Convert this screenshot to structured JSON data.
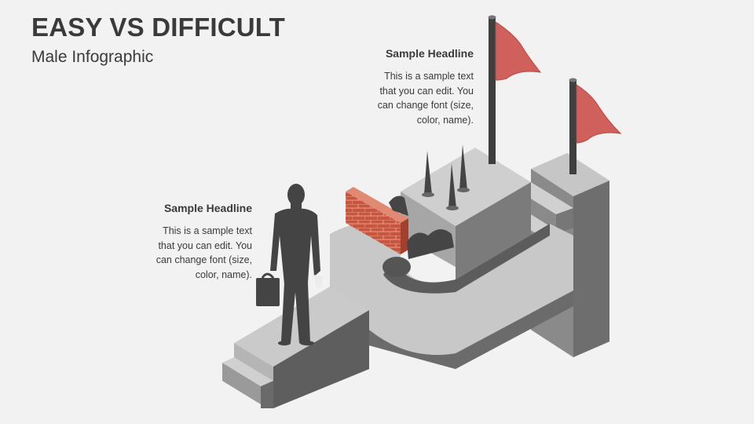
{
  "header": {
    "title": "EASY VS DIFFICULT",
    "subtitle": "Male Infographic"
  },
  "callouts": [
    {
      "headline": "Sample Headline",
      "lines": [
        "This is a sample text",
        "that you can edit. You",
        "can change font (size,",
        "color, name)."
      ]
    },
    {
      "headline": "Sample Headline",
      "lines": [
        "This is a sample text",
        "that you can edit. You",
        "can change font (size,",
        "color, name)."
      ]
    }
  ],
  "colors": {
    "background": "#f2f2f2",
    "text": "#3a3a3a",
    "flag": "#d0605c",
    "brick": "#c9553f",
    "silhouette": "#444444",
    "platform_top": "#c8c8c8",
    "platform_side": "#7d7d7d"
  }
}
